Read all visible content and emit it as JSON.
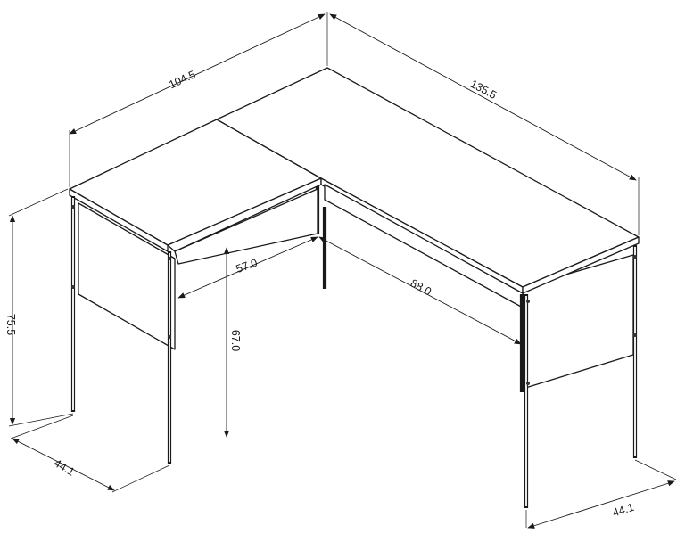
{
  "diagram": {
    "subject": "L-shaped desk",
    "colors": {
      "line": "#1a1a1a",
      "background": "#ffffff"
    },
    "dimensions": {
      "left_width": "104.5",
      "right_width": "135.5",
      "height": "75.5",
      "left_depth": "44.1",
      "right_depth": "44.1",
      "inner_left_span": "57.0",
      "inner_right_span": "88.0",
      "knee_clearance": "67.0"
    }
  }
}
